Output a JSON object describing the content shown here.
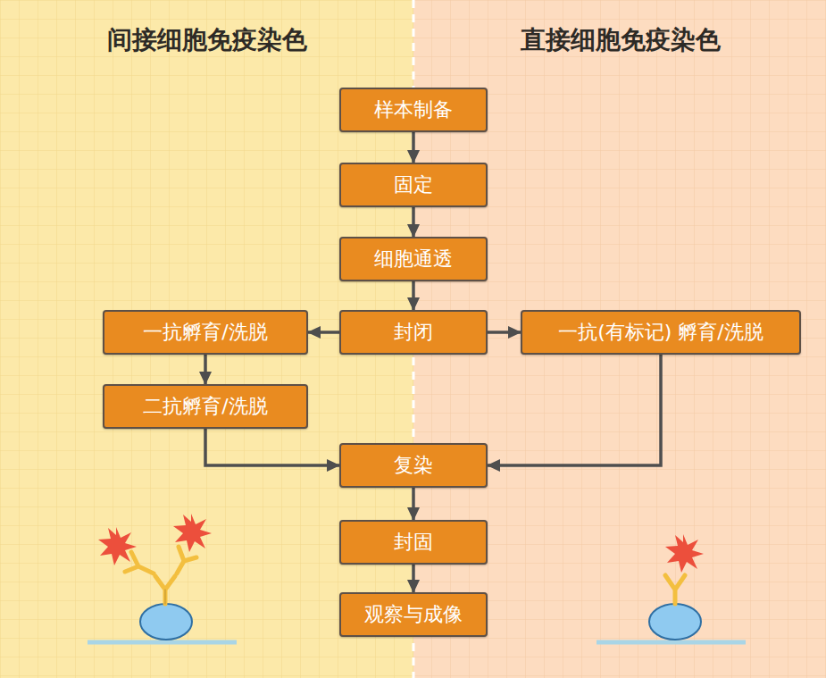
{
  "diagram": {
    "nodes": [
      {
        "text": [
          "样本制备"
        ]
      },
      {
        "text": [
          "固定"
        ]
      },
      {
        "text": [
          "细胞通透"
        ]
      },
      {
        "text": [
          "一抗孵育/洗脱"
        ]
      },
      {
        "text": [
          "封闭"
        ]
      },
      {
        "text": [
          "一抗(有标记) 孵育/洗脱"
        ]
      },
      {
        "text": [
          "二抗孵育/洗脱"
        ]
      },
      {
        "text": [
          "复染"
        ]
      },
      {
        "text": [
          "封固"
        ]
      },
      {
        "text": [
          "观察与成像"
        ]
      }
    ],
    "edges": [
      {
        "from": 0,
        "to": 1,
        "arrow": "to"
      },
      {
        "from": 1,
        "to": 2,
        "arrow": "to"
      },
      {
        "from": 2,
        "to": 4,
        "arrow": "to"
      },
      {
        "from": 4,
        "to": 3,
        "arrow": "to"
      },
      {
        "from": 4,
        "to": 5,
        "arrow": "to"
      },
      {
        "from": 3,
        "to": 6,
        "arrow": "to"
      },
      {
        "from": 6,
        "to": 7,
        "arrow": "to"
      },
      {
        "from": 5,
        "to": 7,
        "arrow": "to"
      },
      {
        "from": 7,
        "to": 8,
        "arrow": "to"
      },
      {
        "from": 8,
        "to": 9,
        "arrow": "to"
      }
    ],
    "labels": [
      "间接细胞免疫染色",
      "直接细胞免疫染色"
    ]
  }
}
